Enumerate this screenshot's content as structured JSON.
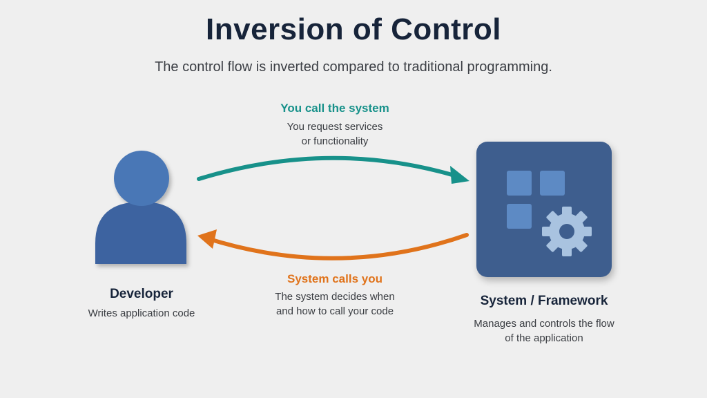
{
  "title": "Inversion of Control",
  "subtitle": "The control flow is inverted compared to traditional programming.",
  "top_arrow": {
    "heading": "You call the system",
    "description_line1": "You request services",
    "description_line2": "or functionality",
    "color": "#17918a"
  },
  "bottom_arrow": {
    "heading": "System calls you",
    "description_line1": "The system decides when",
    "description_line2": "and how to call your code",
    "color": "#e0731b"
  },
  "developer": {
    "title": "Developer",
    "description": "Writes application code",
    "icon": "person-icon",
    "color": "#3e64a0"
  },
  "system": {
    "title": "System / Framework",
    "description_line1": "Manages and controls the flow",
    "description_line2": "of the application",
    "icon": "framework-gear-icon",
    "color": "#3e5e8e"
  }
}
